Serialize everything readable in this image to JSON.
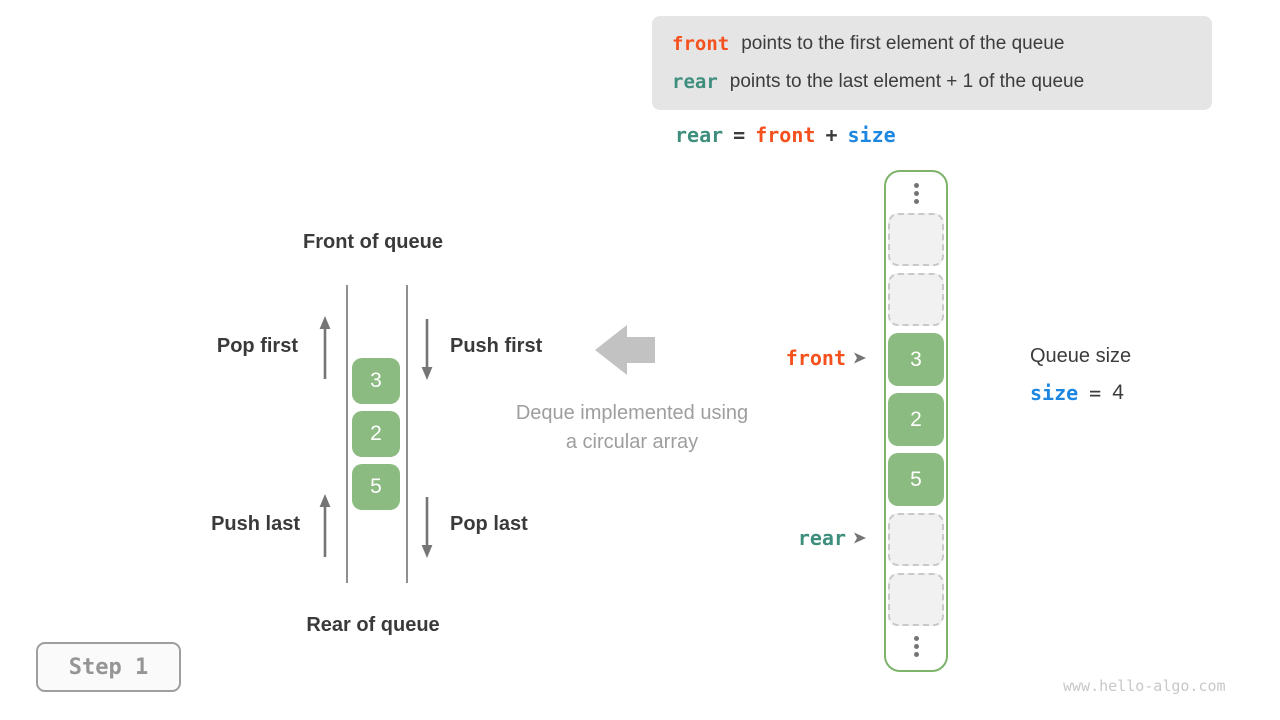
{
  "colors": {
    "front_accent": "#f4511e",
    "rear_accent": "#3e8e7e",
    "size_accent": "#1c87e0",
    "green_fill": "#8bbb80",
    "green_border": "#7db36a",
    "text_dark": "#3c3c3c",
    "muted_gray": "#9e9e9e"
  },
  "info_box": {
    "lines": [
      {
        "keyword": "front",
        "text": "points to the first element of the queue"
      },
      {
        "keyword": "rear",
        "text": "points to the last element + 1 of the queue"
      }
    ]
  },
  "equation": {
    "lhs": "rear",
    "eq": "=",
    "term1": "front",
    "op": "+",
    "term2": "size"
  },
  "deque": {
    "front_heading": "Front of queue",
    "rear_heading": "Rear of queue",
    "pop_first": "Pop first",
    "push_first": "Push first",
    "push_last": "Push last",
    "pop_last": "Pop last",
    "values": [
      "3",
      "2",
      "5"
    ]
  },
  "caption": {
    "line1": "Deque implemented using",
    "line2": "a circular array"
  },
  "array": {
    "cells": [
      {
        "type": "ellipsis"
      },
      {
        "type": "empty"
      },
      {
        "type": "empty"
      },
      {
        "type": "filled",
        "value": "3"
      },
      {
        "type": "filled",
        "value": "2"
      },
      {
        "type": "filled",
        "value": "5"
      },
      {
        "type": "empty"
      },
      {
        "type": "empty"
      },
      {
        "type": "ellipsis"
      }
    ],
    "front_pointer_label": "front",
    "rear_pointer_label": "rear"
  },
  "queue_size": {
    "title": "Queue size",
    "var": "size",
    "eq": "=",
    "value": "4"
  },
  "step": {
    "label": "Step 1"
  },
  "watermark": "www.hello-algo.com",
  "icons": {
    "big_arrow": "left-arrow",
    "pointer_arrow": "right-triangle",
    "ellipsis": "vertical-dots",
    "op_arrows": "up-down-arrows"
  }
}
